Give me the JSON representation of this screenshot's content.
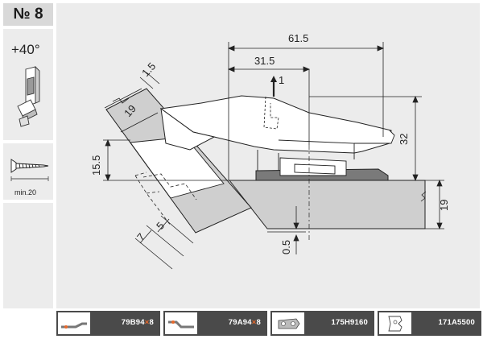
{
  "badge": {
    "number_label": "№ 8"
  },
  "sidebar": {
    "angle_label": "+40°",
    "screw_label": "min.20"
  },
  "dimensions": {
    "d_61_5": "61.5",
    "d_31_5": "31.5",
    "d_1": "1",
    "d_1_5": "1.5",
    "d_19_top": "19",
    "d_15_5": "15.5",
    "d_32": "32",
    "d_19_right": "19",
    "d_7": "7",
    "d_5": "5",
    "d_0_5": "0.5"
  },
  "products": [
    {
      "code_pre": "79B94",
      "code_accent": "×",
      "code_post": "8",
      "icon": "straight-arm-icon"
    },
    {
      "code_pre": "79A94",
      "code_accent": "×",
      "code_post": "8",
      "icon": "cranked-arm-icon"
    },
    {
      "code_pre": "175H9160",
      "code_accent": "",
      "code_post": "",
      "icon": "mounting-plate-icon"
    },
    {
      "code_pre": "171A5500",
      "code_accent": "",
      "code_post": "",
      "icon": "hinge-cup-icon"
    }
  ],
  "colors": {
    "accent": "#e8682a",
    "panel": "#ececec",
    "bar": "#4a4a4a",
    "badge": "#d9d9d9"
  }
}
